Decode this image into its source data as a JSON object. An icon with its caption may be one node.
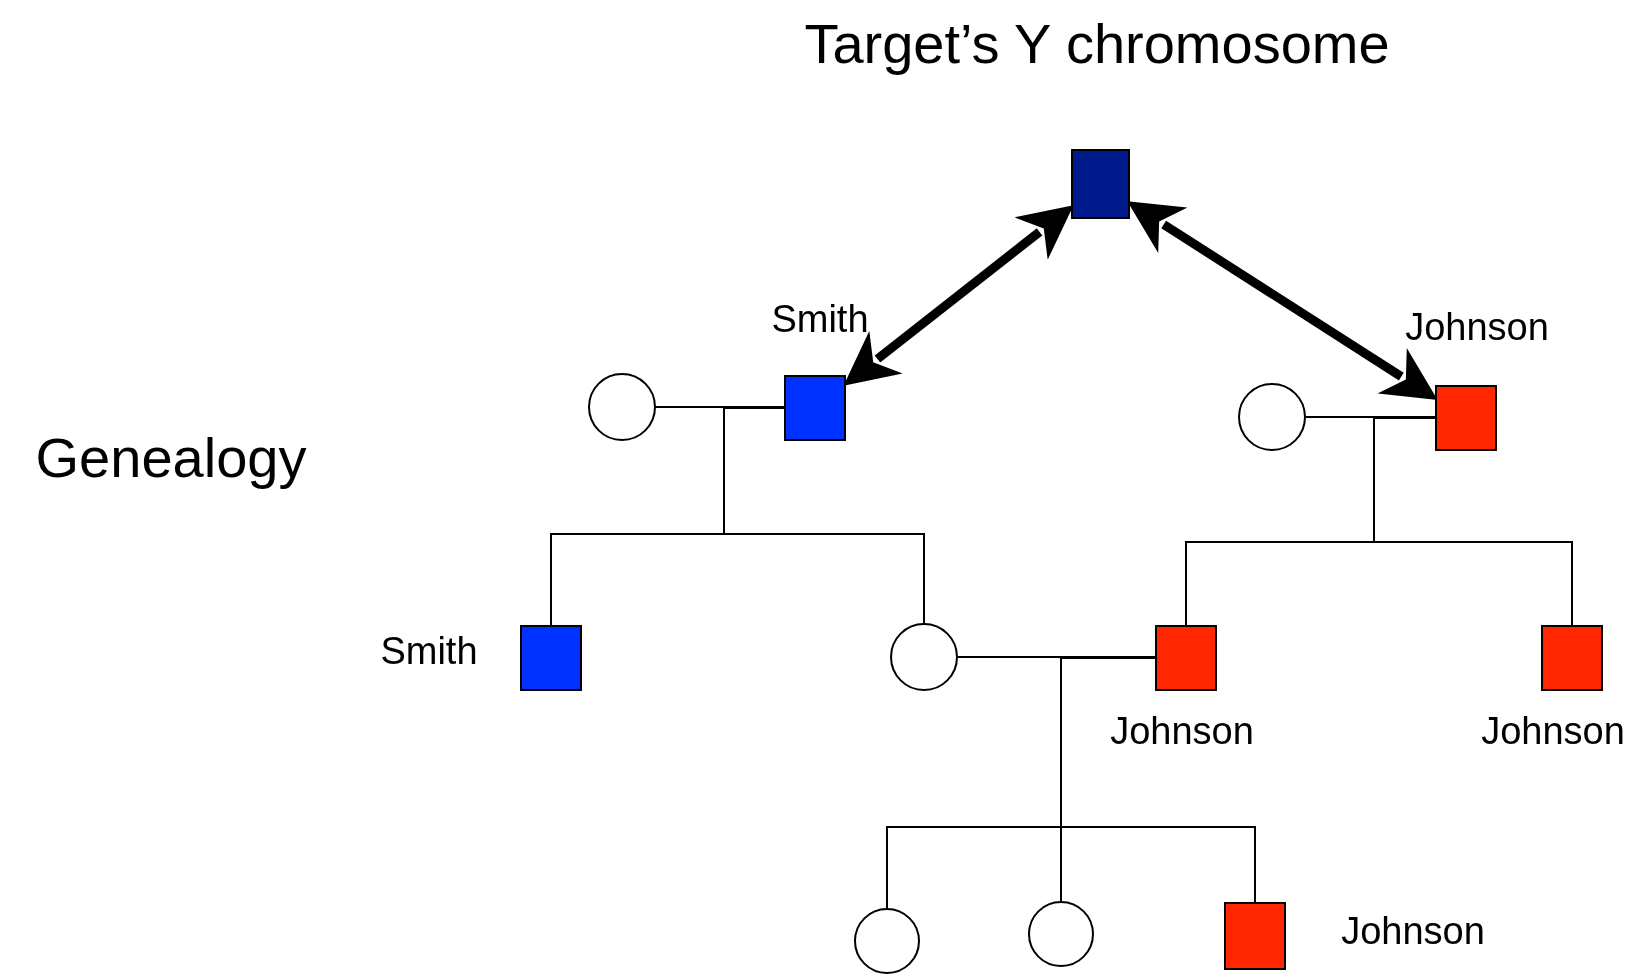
{
  "diagram": {
    "title": "Target’s Y chromosome",
    "nodes": [
      {
        "text": [],
        "shape": "box"
      },
      {
        "text": [],
        "shape": "circle"
      },
      {
        "text": [],
        "shape": "box",
        "beside": [
          "Smith"
        ]
      },
      {
        "text": [],
        "shape": "circle"
      },
      {
        "text": [],
        "shape": "box",
        "beside": [
          "Johnson"
        ]
      },
      {
        "text": [],
        "shape": "box",
        "beside": [
          "Smith"
        ]
      },
      {
        "text": [],
        "shape": "circle"
      },
      {
        "text": [],
        "shape": "box",
        "beside": [
          "Johnson"
        ]
      },
      {
        "text": [],
        "shape": "box",
        "beside": [
          "Johnson"
        ]
      },
      {
        "text": [],
        "shape": "circle"
      },
      {
        "text": [],
        "shape": "circle"
      },
      {
        "text": [],
        "shape": "box",
        "beside": [
          "Johnson"
        ]
      }
    ],
    "edges": [
      {
        "from": 0,
        "to": 2,
        "arrow": "both",
        "style": "thick"
      },
      {
        "from": 0,
        "to": 4,
        "arrow": "both",
        "style": "thick"
      },
      {
        "from": 1,
        "to": 2,
        "arrow": "none"
      },
      {
        "from": 2,
        "to": 5,
        "arrow": "none"
      },
      {
        "from": 2,
        "to": 6,
        "arrow": "none"
      },
      {
        "from": 3,
        "to": 4,
        "arrow": "none"
      },
      {
        "from": 4,
        "to": 7,
        "arrow": "none"
      },
      {
        "from": 4,
        "to": 8,
        "arrow": "none"
      },
      {
        "from": 6,
        "to": 7,
        "arrow": "none"
      },
      {
        "from": 7,
        "to": 9,
        "arrow": "none"
      },
      {
        "from": 7,
        "to": 10,
        "arrow": "none"
      },
      {
        "from": 7,
        "to": 11,
        "arrow": "none"
      }
    ],
    "labels": [
      "Genealogy"
    ]
  }
}
